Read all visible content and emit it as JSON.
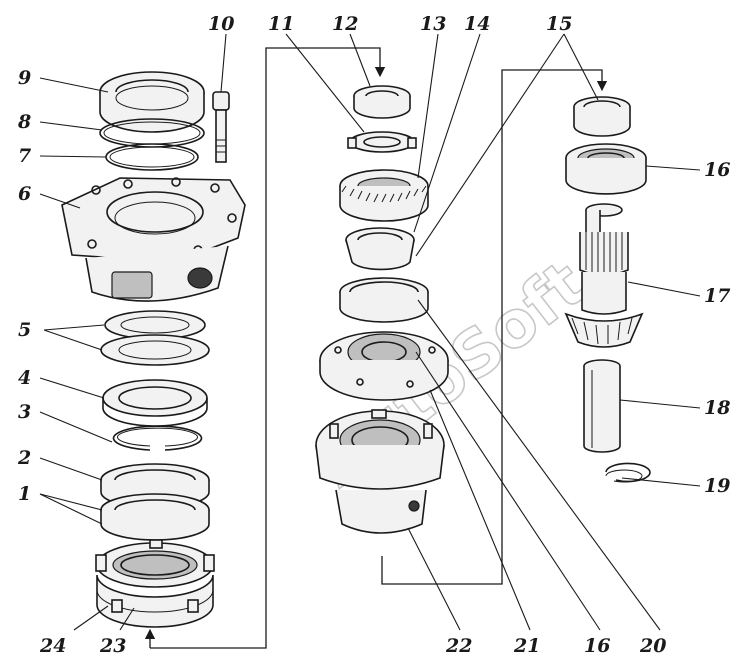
{
  "watermark": "AutoSoft",
  "callouts": {
    "c1": "1",
    "c2": "2",
    "c3": "3",
    "c4": "4",
    "c5": "5",
    "c6": "6",
    "c7": "7",
    "c8": "8",
    "c9": "9",
    "c10": "10",
    "c11": "11",
    "c12": "12",
    "c13": "13",
    "c14": "14",
    "c15": "15",
    "c16a": "16",
    "c16b": "16",
    "c17": "17",
    "c18": "18",
    "c19": "19",
    "c20": "20",
    "c21": "21",
    "c22": "22",
    "c23": "23",
    "c24": "24"
  }
}
